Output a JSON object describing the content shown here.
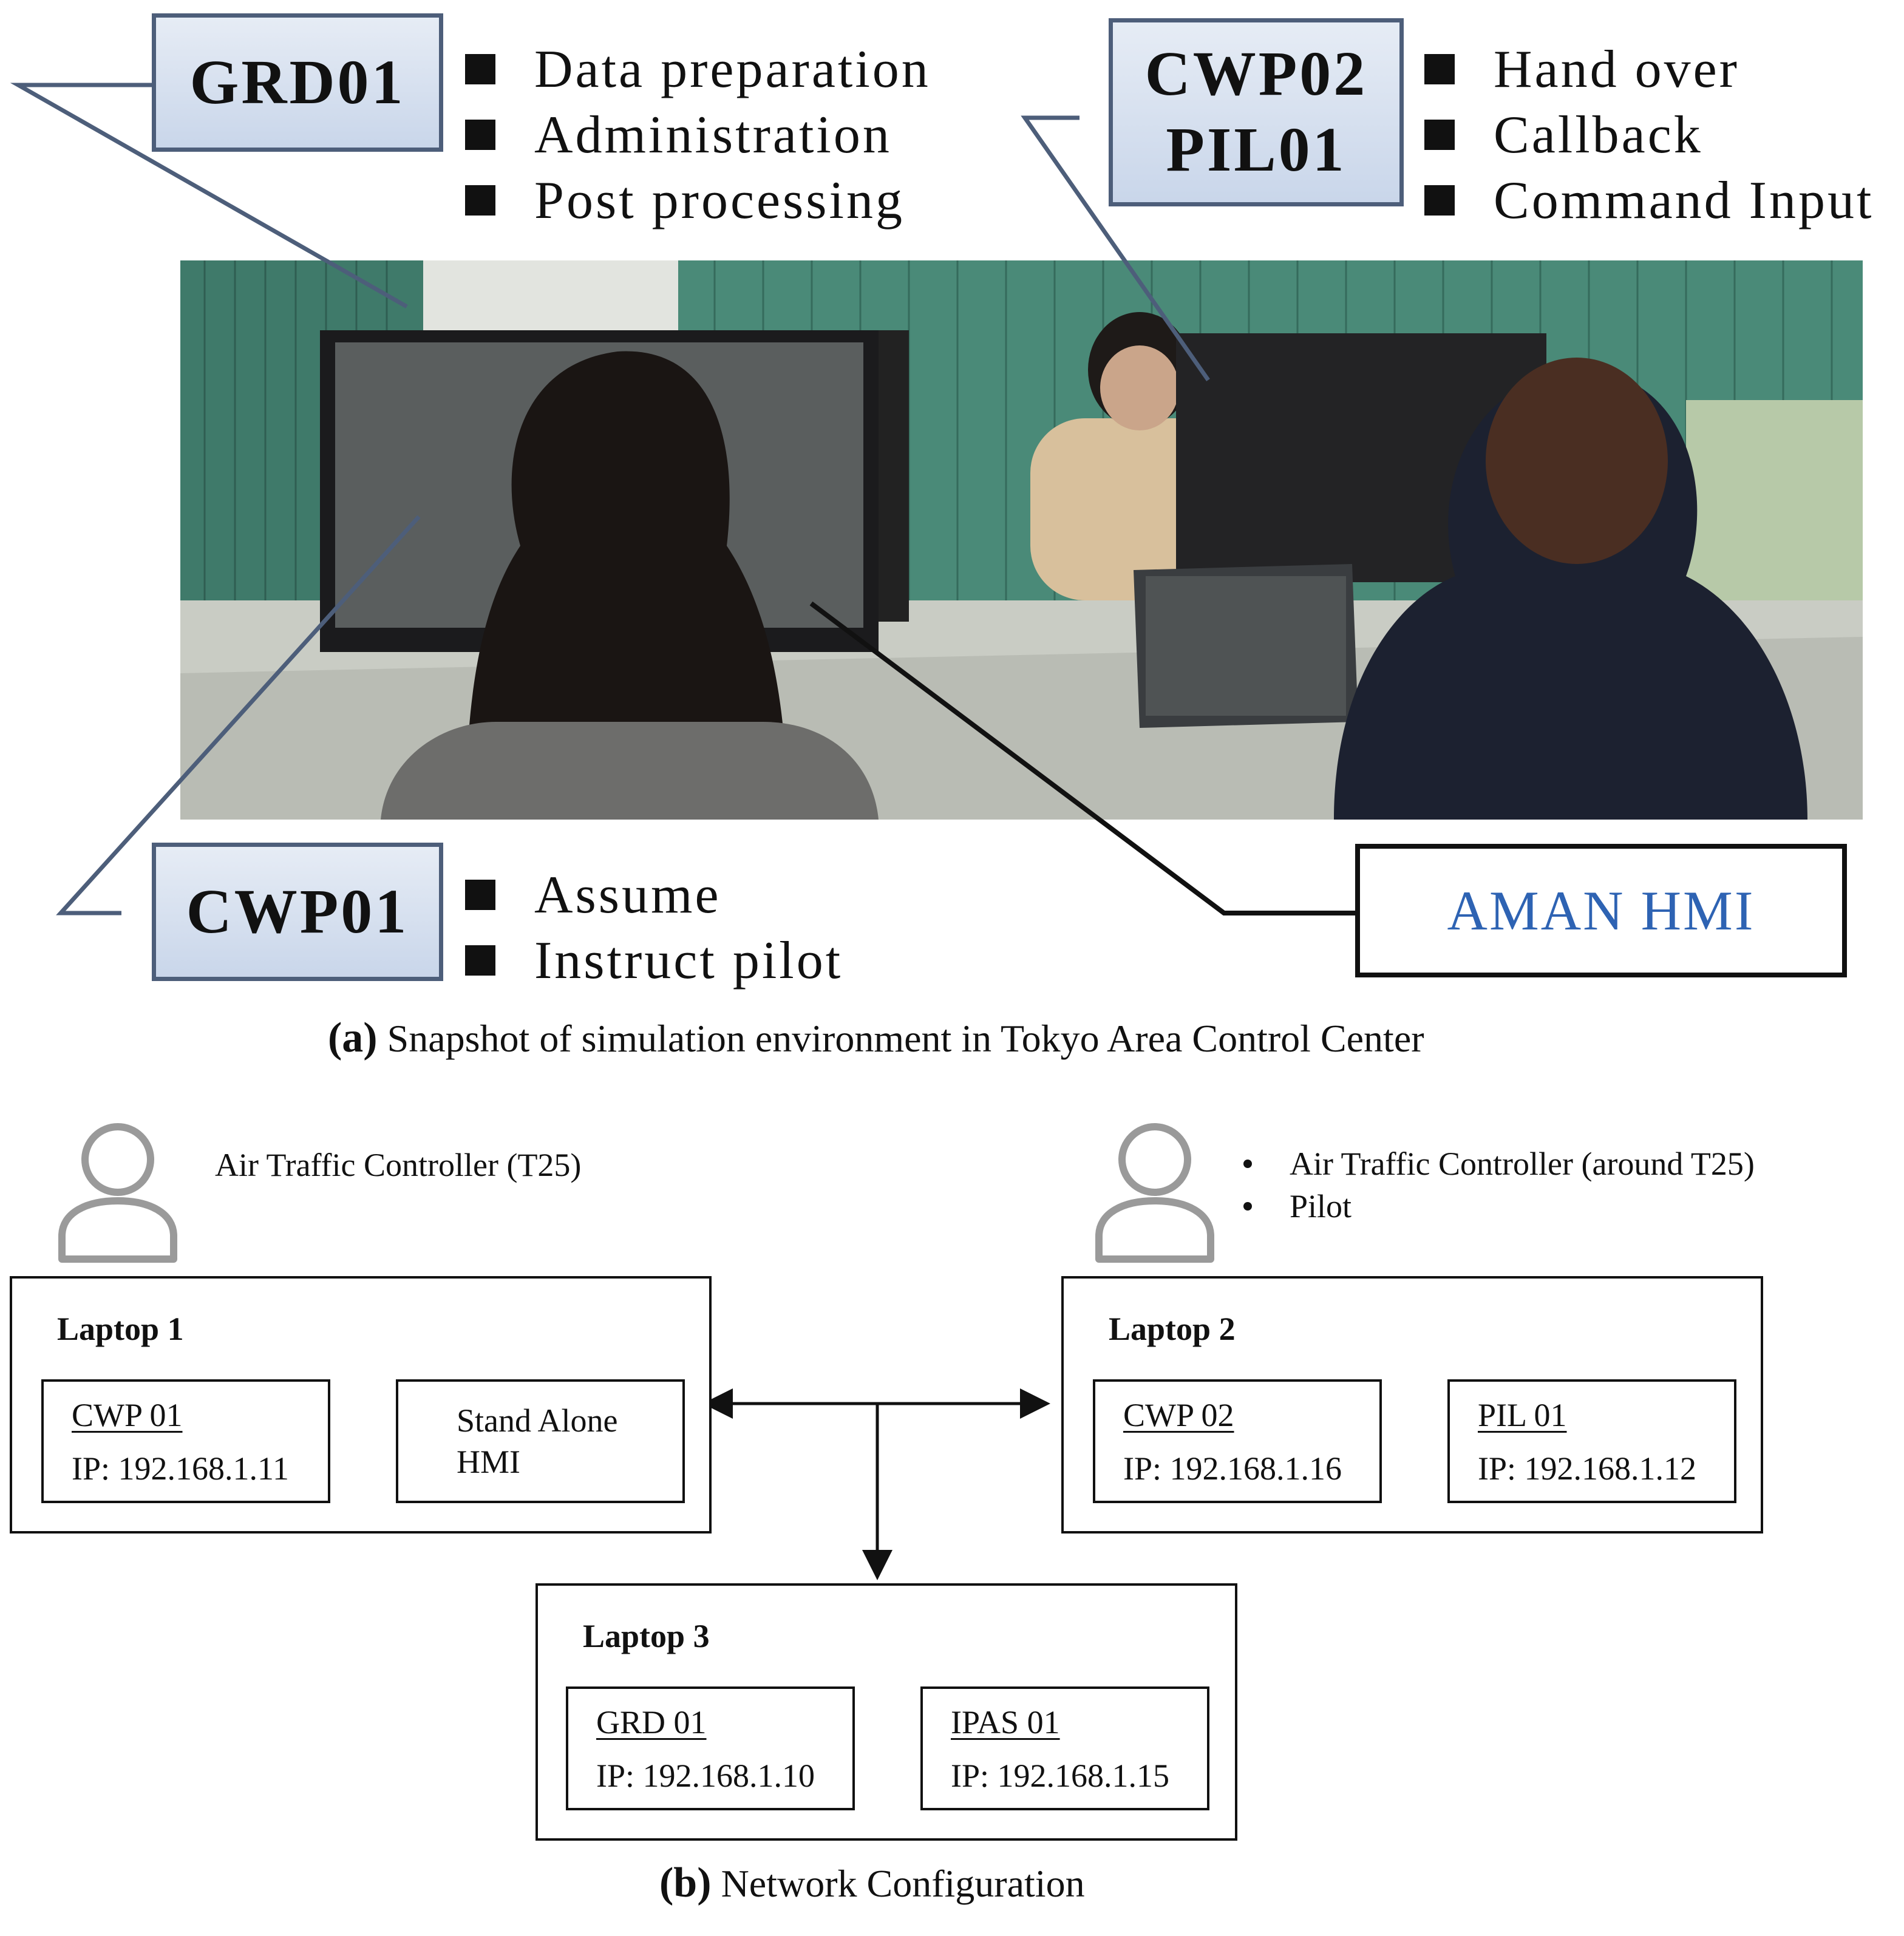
{
  "panel_a": {
    "roles": [
      {
        "id": "GRD01",
        "lines": [
          "GRD01"
        ],
        "tasks": [
          "Data preparation",
          "Administration",
          "Post processing"
        ]
      },
      {
        "id": "CWP02-PIL01",
        "lines": [
          "CWP02",
          "PIL01"
        ],
        "tasks": [
          "Hand over",
          "Callback",
          "Command Input"
        ]
      },
      {
        "id": "CWP01",
        "lines": [
          "CWP01"
        ],
        "tasks": [
          "Assume",
          "Instruct pilot"
        ]
      }
    ],
    "aman_label": "AMAN HMI",
    "caption_letter": "(a)",
    "caption_text": "Snapshot of simulation environment in Tokyo Area Control Center"
  },
  "panel_b": {
    "left_person": {
      "text": "Air Traffic Controller (T25)"
    },
    "right_person": {
      "items": [
        "Air Traffic Controller (around T25)",
        "Pilot"
      ]
    },
    "laptops": [
      {
        "title": "Laptop 1",
        "nodes": [
          {
            "name": "CWP 01",
            "ip": "IP: 192.168.1.11"
          },
          {
            "lines": [
              "Stand Alone",
              "HMI"
            ]
          }
        ]
      },
      {
        "title": "Laptop 2",
        "nodes": [
          {
            "name": "CWP 02",
            "ip": "IP: 192.168.1.16"
          },
          {
            "name": "PIL 01",
            "ip": "IP: 192.168.1.12"
          }
        ]
      },
      {
        "title": "Laptop 3",
        "nodes": [
          {
            "name": "GRD 01",
            "ip": "IP: 192.168.1.10"
          },
          {
            "name": "IPAS 01",
            "ip": "IP: 192.168.1.15"
          }
        ]
      }
    ],
    "caption_letter": "(b)",
    "caption_text": "Network Configuration"
  },
  "colors": {
    "accent_blue": "#2e63b3",
    "box_border": "#4d5e7a",
    "box_fill": "#d6e0ef",
    "person_grey": "#9a9a9a"
  }
}
